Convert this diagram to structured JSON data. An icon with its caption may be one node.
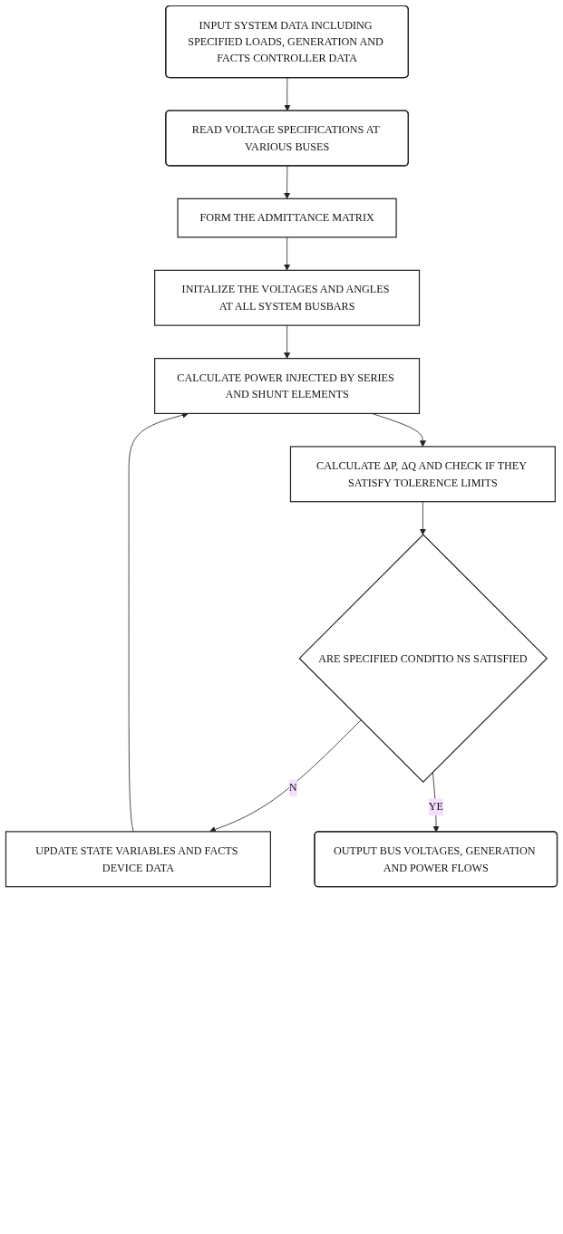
{
  "diagram": {
    "nodes": [
      {
        "text": [
          "INPUT SYSTEM DATA INCLUDING SPECIFIED LOADS, GENERATION AND FACTS CONTROLLER DATA"
        ]
      },
      {
        "text": [
          "READ VOLTAGE SPECIFICATIONS AT VARIOUS BUSES"
        ]
      },
      {
        "text": [
          "FORM THE ADMITTANCE MATRIX"
        ]
      },
      {
        "text": [
          "INITALIZE THE VOLTAGES AND ANGLES AT ALL SYSTEM BUSBARS"
        ]
      },
      {
        "text": [
          "CALCULATE POWER INJECTED BY SERIES AND SHUNT ELEMENTS"
        ]
      },
      {
        "text": [
          "CALCULATE ΔP, ΔQ AND CHECK IF THEY SATISFY TOLERENCE LIMITS"
        ]
      },
      {
        "text": [
          "ARE SPECIFIED CONDITIO NS SATISFIED"
        ]
      },
      {
        "text": [
          "UPDATE STATE VARIABLES AND FACTS DEVICE DATA"
        ]
      },
      {
        "text": [
          "OUTPUT BUS VOLTAGES, GENERATION AND POWER FLOWS"
        ]
      }
    ],
    "edges": [
      {
        "from": 0,
        "to": 1,
        "arrow": "to"
      },
      {
        "from": 1,
        "to": 2,
        "arrow": "to"
      },
      {
        "from": 2,
        "to": 3,
        "arrow": "to"
      },
      {
        "from": 3,
        "to": 4,
        "arrow": "to"
      },
      {
        "from": 4,
        "to": 5,
        "arrow": "to"
      },
      {
        "from": 5,
        "to": 6,
        "arrow": "to"
      },
      {
        "from": 6,
        "to": 7,
        "arrow": "to",
        "label": "N"
      },
      {
        "from": 7,
        "to": 4,
        "arrow": "to"
      },
      {
        "from": 6,
        "to": 8,
        "arrow": "to",
        "label": "YE"
      }
    ]
  }
}
